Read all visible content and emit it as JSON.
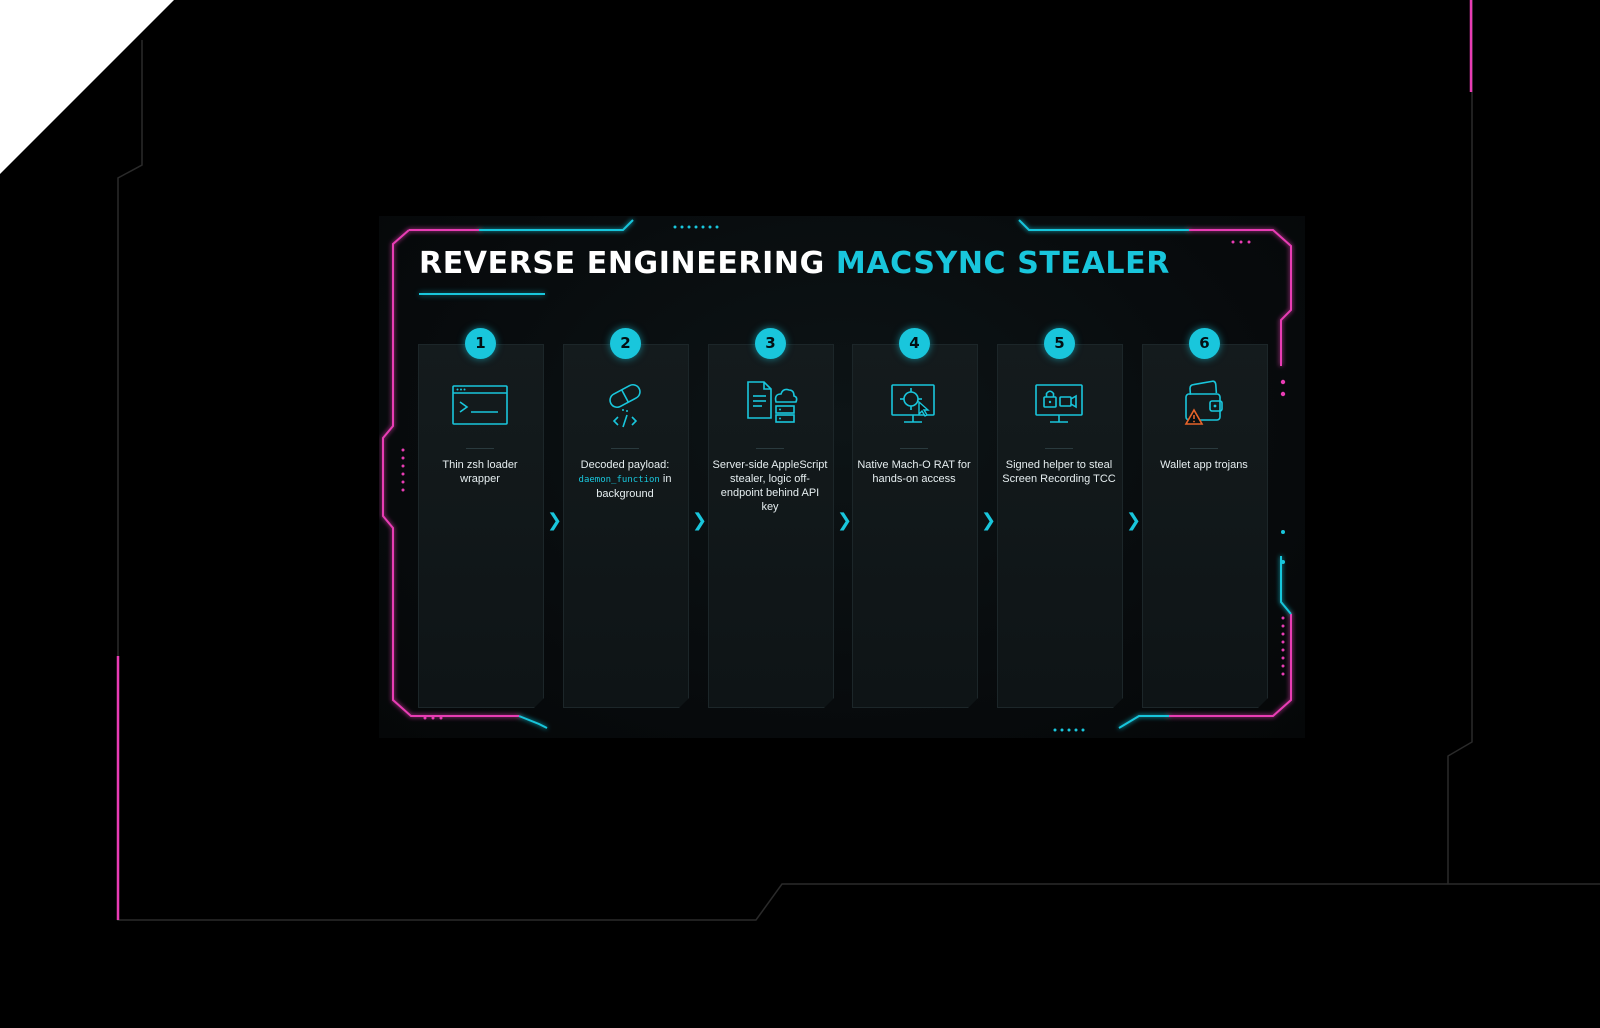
{
  "title": {
    "part1": "REVERSE ENGINEERING ",
    "part2": "MACSYNC STEALER"
  },
  "steps": [
    {
      "number": "1",
      "icon": "terminal-window-icon",
      "label": "Thin zsh loader wrapper"
    },
    {
      "number": "2",
      "icon": "capsule-code-icon",
      "label_before": "Decoded payload:",
      "code": "daemon_function",
      "label_after": "in background"
    },
    {
      "number": "3",
      "icon": "document-cloud-server-icon",
      "label": "Server-side AppleScript stealer, logic off-endpoint behind API key"
    },
    {
      "number": "4",
      "icon": "monitor-crosshair-cursor-icon",
      "label": "Native Mach-O RAT for hands-on access"
    },
    {
      "number": "5",
      "icon": "monitor-lock-camera-icon",
      "label": "Signed helper to steal Screen Recording TCC"
    },
    {
      "number": "6",
      "icon": "wallet-warning-icon",
      "label": "Wallet app trojans"
    }
  ],
  "arrow_glyph": "❯",
  "colors": {
    "accent_cyan": "#19c6dc",
    "accent_magenta": "#e83cb4",
    "warning_orange": "#e8642a",
    "background": "#000000"
  }
}
